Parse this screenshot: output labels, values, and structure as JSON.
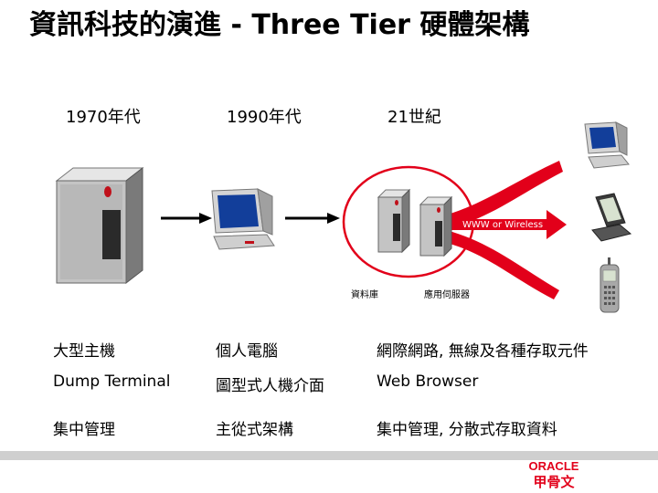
{
  "slide": {
    "title": "資訊科技的演進 - Three Tier 硬體架構"
  },
  "eras": [
    "1970年代",
    "1990年代",
    "21世紀"
  ],
  "diagram": {
    "arrow_label": "WWW or Wireless",
    "database_label": "資料庫",
    "app_server_label": "應用伺服器"
  },
  "table": {
    "rows": [
      [
        "大型主機",
        "個人電腦",
        "網際網路, 無線及各種存取元件"
      ],
      [
        "Dump Terminal",
        "圖型式人機介面",
        "Web Browser"
      ],
      [
        "集中管理",
        "主從式架構",
        "集中管理, 分散式存取資料"
      ]
    ]
  },
  "logo": {
    "wordmark": "ORACLE",
    "subtitle": "甲骨文",
    "brand_color": "#e2001a"
  },
  "colors": {
    "bottom_bar": "#cfcfcf",
    "arrow_red": "#e2001a"
  }
}
